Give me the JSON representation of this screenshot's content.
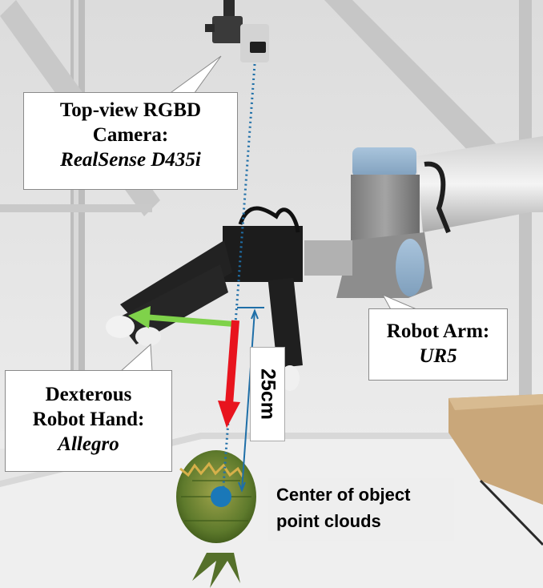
{
  "annotations": {
    "camera": {
      "line1": "Top-view RGBD",
      "line2": "Camera:",
      "line3": "RealSense D435i"
    },
    "arm": {
      "line1": "Robot Arm:",
      "line2": "UR5"
    },
    "hand": {
      "line1": "Dexterous",
      "line2": "Robot Hand:",
      "line3": "Allegro"
    },
    "distance": "25cm",
    "center": {
      "line1": "Center of object",
      "line2": "point clouds"
    }
  },
  "colors": {
    "approach_arrow": "#e8141e",
    "palm_direction_arrow": "#7fd24a",
    "camera_axis": "#1f6fa8",
    "center_marker": "#1a78b8"
  },
  "icons": {
    "camera": "camera-icon",
    "robot_arm": "robot-arm-icon",
    "robot_hand": "robot-hand-icon",
    "object": "pineapple-object"
  }
}
